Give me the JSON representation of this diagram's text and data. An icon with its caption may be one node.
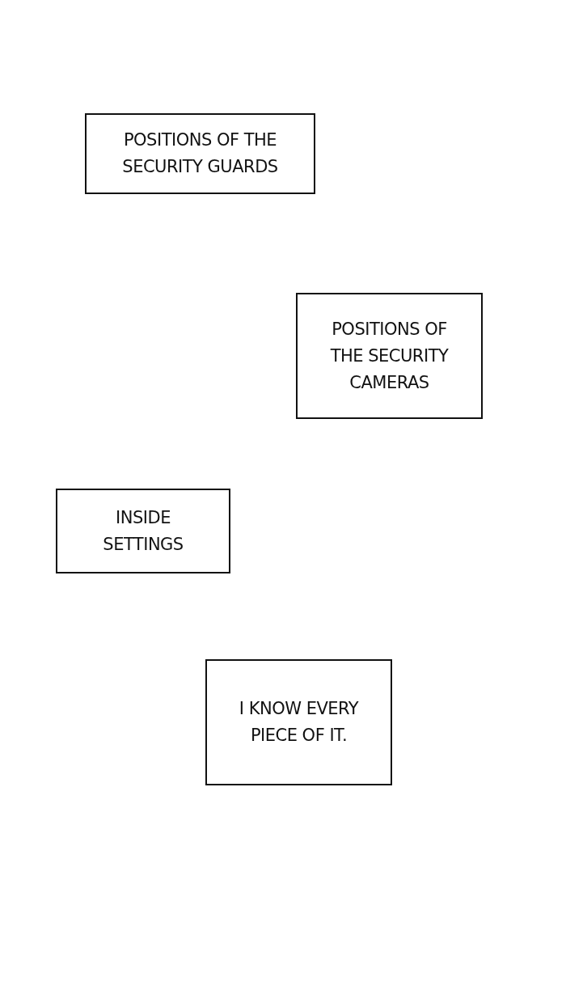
{
  "diagram": {
    "nodes": [
      {
        "text": [
          "POSITIONS OF THE SECURITY GUARDS"
        ]
      },
      {
        "text": [
          "POSITIONS OF THE SECURITY CAMERAS"
        ]
      },
      {
        "text": [
          "INSIDE SETTINGS"
        ]
      },
      {
        "text": [
          "I KNOW EVERY PIECE OF IT."
        ]
      }
    ]
  }
}
